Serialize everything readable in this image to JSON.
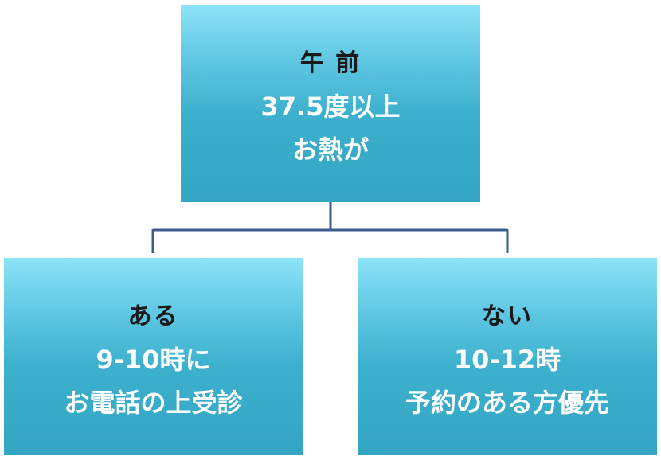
{
  "diagram": {
    "root": {
      "heading": "午 前",
      "lines": [
        "37.5度以上",
        "お熱が"
      ]
    },
    "children": [
      {
        "heading": "ある",
        "lines": [
          "9-10時に",
          "お電話の上受診"
        ]
      },
      {
        "heading": "ない",
        "lines": [
          "10-12時",
          "予約のある方優先"
        ]
      }
    ],
    "colors": {
      "box_top": "#8de3f7",
      "box_bottom": "#34a6c4",
      "connector": "#3b5b8c",
      "heading_text": "#1a1a1a",
      "body_text": "#ffffff"
    }
  }
}
